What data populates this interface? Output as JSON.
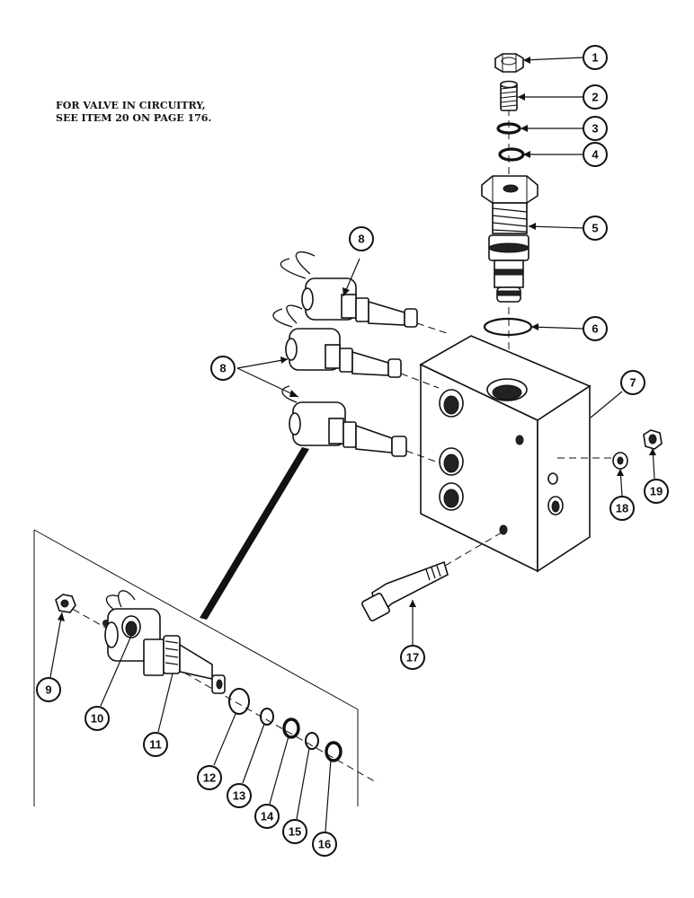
{
  "note": {
    "line1": "FOR VALVE IN CIRCUITRY,",
    "line2": "SEE ITEM 20 ON PAGE 176."
  },
  "callouts": [
    "1",
    "2",
    "3",
    "4",
    "5",
    "6",
    "7",
    "8",
    "8",
    "9",
    "10",
    "11",
    "12",
    "13",
    "14",
    "15",
    "16",
    "17",
    "18",
    "19"
  ],
  "parts": [
    "nut",
    "fitting",
    "o-ring",
    "washer",
    "relief-cartridge",
    "o-ring",
    "valve-body",
    "solenoid-valve",
    "solenoid-valve",
    "nut",
    "coil",
    "cartridge",
    "o-ring",
    "backup-ring",
    "o-ring",
    "backup-ring",
    "o-ring",
    "bolt",
    "washer",
    "nut"
  ]
}
